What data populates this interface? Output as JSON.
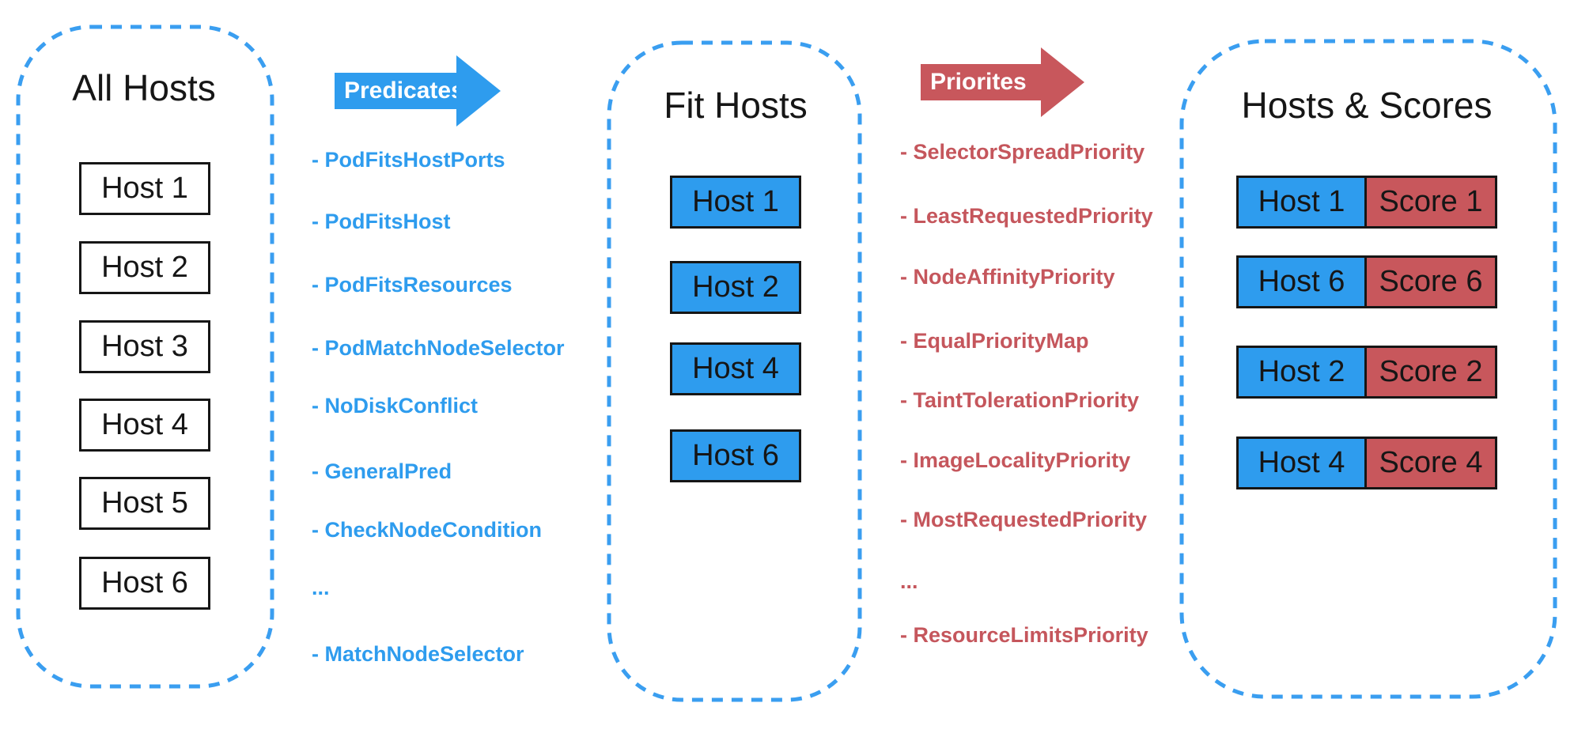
{
  "stage1": {
    "title": "All Hosts",
    "hosts": [
      "Host 1",
      "Host 2",
      "Host 3",
      "Host 4",
      "Host 5",
      "Host 6"
    ]
  },
  "predicates": {
    "arrow_label": "Predicates",
    "items": [
      "- PodFitsHostPorts",
      "- PodFitsHost",
      "- PodFitsResources",
      "- PodMatchNodeSelector",
      "- NoDiskConflict",
      "- GeneralPred",
      "- CheckNodeCondition",
      "...",
      "- MatchNodeSelector"
    ]
  },
  "stage2": {
    "title": "Fit Hosts",
    "hosts": [
      "Host 1",
      "Host 2",
      "Host 4",
      "Host 6"
    ]
  },
  "priorities": {
    "arrow_label": "Priorites",
    "items": [
      "- SelectorSpreadPriority",
      "- LeastRequestedPriority",
      "- NodeAffinityPriority",
      "- EqualPriorityMap",
      "- TaintTolerationPriority",
      "- ImageLocalityPriority",
      "- MostRequestedPriority",
      "...",
      "- ResourceLimitsPriority"
    ]
  },
  "stage3": {
    "title": "Hosts & Scores",
    "rows": [
      {
        "host": "Host 1",
        "score": "Score 1"
      },
      {
        "host": "Host 6",
        "score": "Score 6"
      },
      {
        "host": "Host 2",
        "score": "Score 2"
      },
      {
        "host": "Host 4",
        "score": "Score 4"
      }
    ]
  },
  "colors": {
    "blue_fill": "#2E9CEE",
    "red_fill": "#C8575C",
    "dashed_outline_blue": "#3A9EF0",
    "blue_text": "#2E9CEE",
    "red_text": "#C5565C",
    "box_border_black": "#161616",
    "arrow_label_white": "#ffffff"
  }
}
